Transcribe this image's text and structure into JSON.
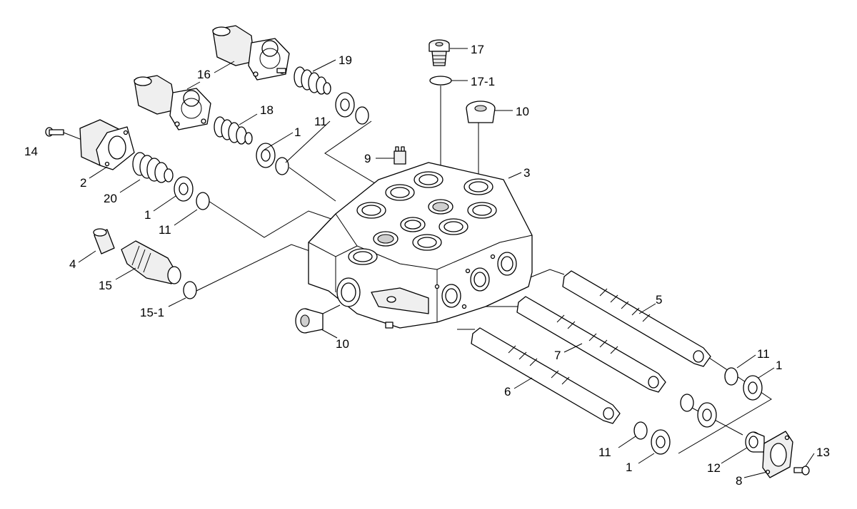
{
  "labels": {
    "l17": "17",
    "l17_1": "17-1",
    "l10a": "10",
    "l10b": "10",
    "l19": "19",
    "l16": "16",
    "l18": "18",
    "l1a": "1",
    "l11a": "11",
    "l14": "14",
    "l9": "9",
    "l3": "3",
    "l2": "2",
    "l20": "20",
    "l1b": "1",
    "l11b": "11",
    "l4": "4",
    "l15": "15",
    "l15_1": "15-1",
    "l5": "5",
    "l7": "7",
    "l6": "6",
    "l11c": "11",
    "l1c": "1",
    "l11d": "11",
    "l1d": "1",
    "l12": "12",
    "l8": "8",
    "l13": "13"
  }
}
